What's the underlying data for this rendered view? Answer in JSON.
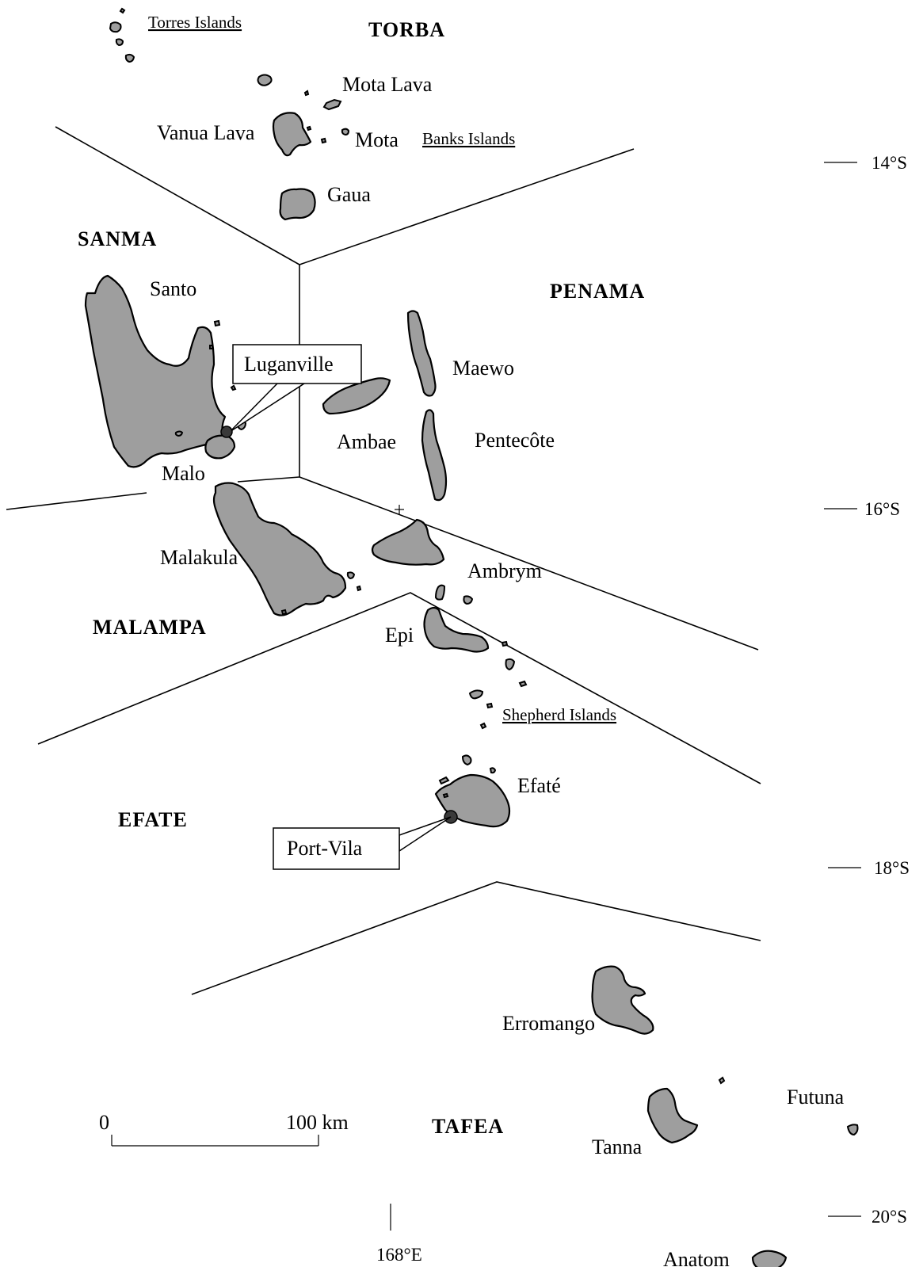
{
  "map": {
    "provinces": {
      "torba": "TORBA",
      "sanma": "SANMA",
      "penama": "PENAMA",
      "malampa": "MALAMPA",
      "efate": "EFATE",
      "tafea": "TAFEA"
    },
    "groups": {
      "torres": "Torres Islands",
      "banks": "Banks Islands",
      "shepherd": "Shepherd Islands"
    },
    "islands": {
      "mota_lava": "Mota Lava",
      "vanua_lava": "Vanua Lava",
      "mota": "Mota",
      "gaua": "Gaua",
      "santo": "Santo",
      "maewo": "Maewo",
      "ambae": "Ambae",
      "pentecote": "Pentecôte",
      "malo": "Malo",
      "malakula": "Malakula",
      "ambrym": "Ambrym",
      "epi": "Epi",
      "efate": "Efaté",
      "erromango": "Erromango",
      "futuna": "Futuna",
      "tanna": "Tanna",
      "anatom": "Anatom"
    },
    "towns": {
      "luganville": "Luganville",
      "port_vila": "Port-Vila"
    },
    "latitudes": [
      "14°S",
      "16°S",
      "18°S",
      "20°S"
    ],
    "longitude": "168°E",
    "scale_bar": {
      "start": "0",
      "end": "100 km"
    },
    "colors": {
      "land": "#9e9e9e",
      "town": "#3a3a3a",
      "lines": "#000000"
    }
  }
}
